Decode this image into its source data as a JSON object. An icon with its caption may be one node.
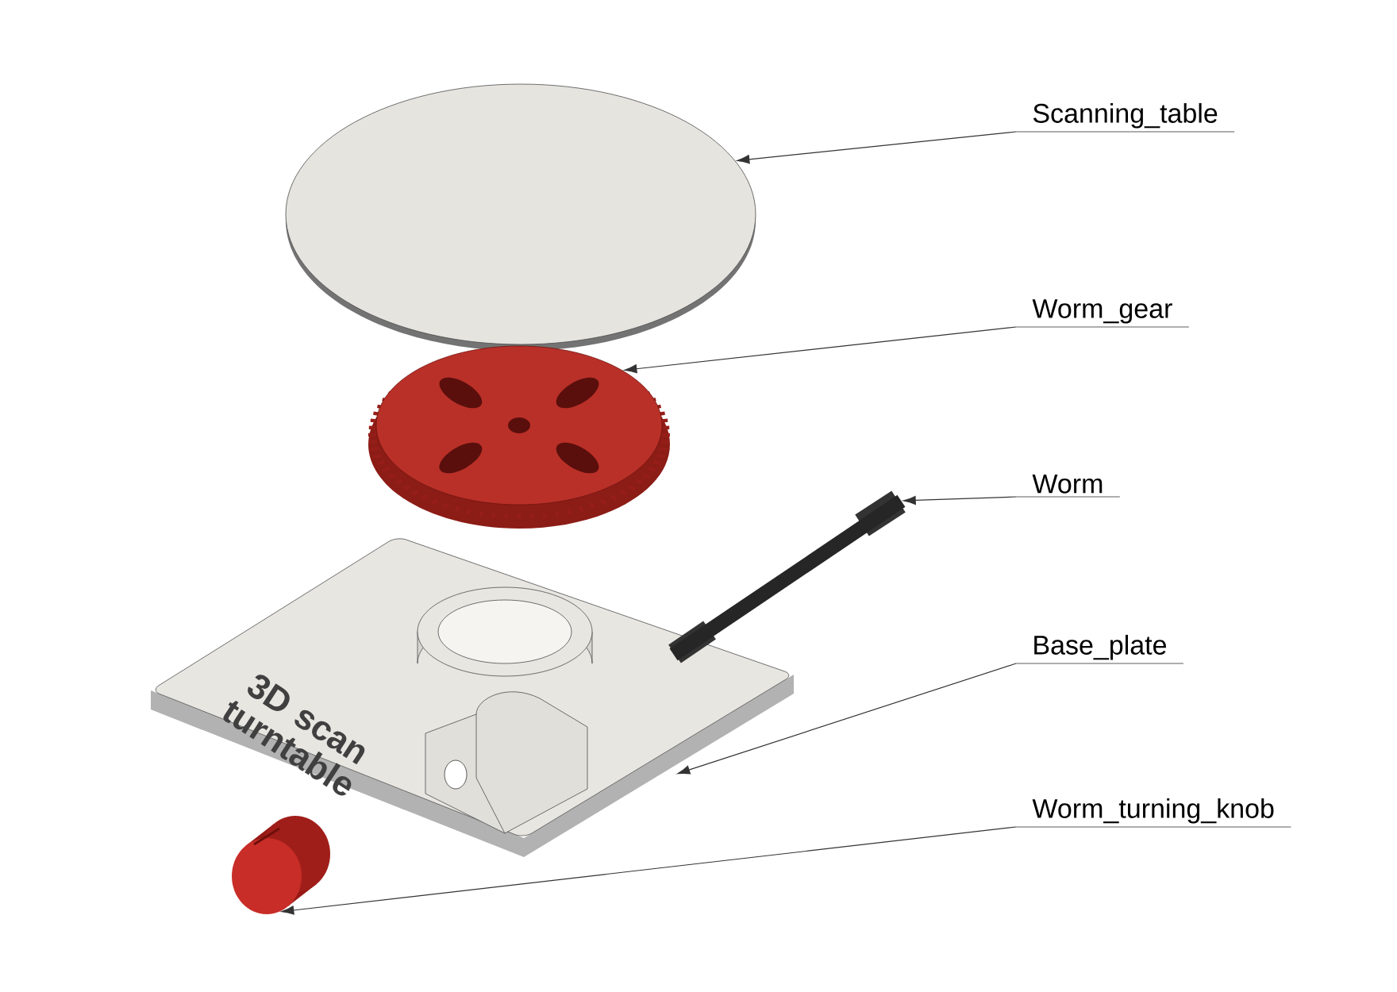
{
  "diagram": {
    "nodes": [
      {
        "text": [
          "Scanning_table"
        ]
      },
      {
        "text": [],
        "shape": "picture"
      },
      {
        "text": [
          "Worm_gear"
        ]
      },
      {
        "text": [],
        "shape": "picture"
      },
      {
        "text": [
          "Worm"
        ]
      },
      {
        "text": [],
        "shape": "picture"
      },
      {
        "text": [
          "Base_plate"
        ]
      },
      {
        "text": [],
        "shape": "picture"
      },
      {
        "text": [
          "Worm_turning_knob"
        ]
      },
      {
        "text": [],
        "shape": "picture"
      }
    ],
    "edges": [
      {
        "from": 0,
        "to": 1,
        "arrow": "to"
      },
      {
        "from": 2,
        "to": 3,
        "arrow": "to"
      },
      {
        "from": 4,
        "to": 5,
        "arrow": "to"
      },
      {
        "from": 6,
        "to": 7,
        "arrow": "to"
      },
      {
        "from": 8,
        "to": 9,
        "arrow": "to"
      }
    ],
    "labels": [
      "3D scan turntable"
    ]
  }
}
